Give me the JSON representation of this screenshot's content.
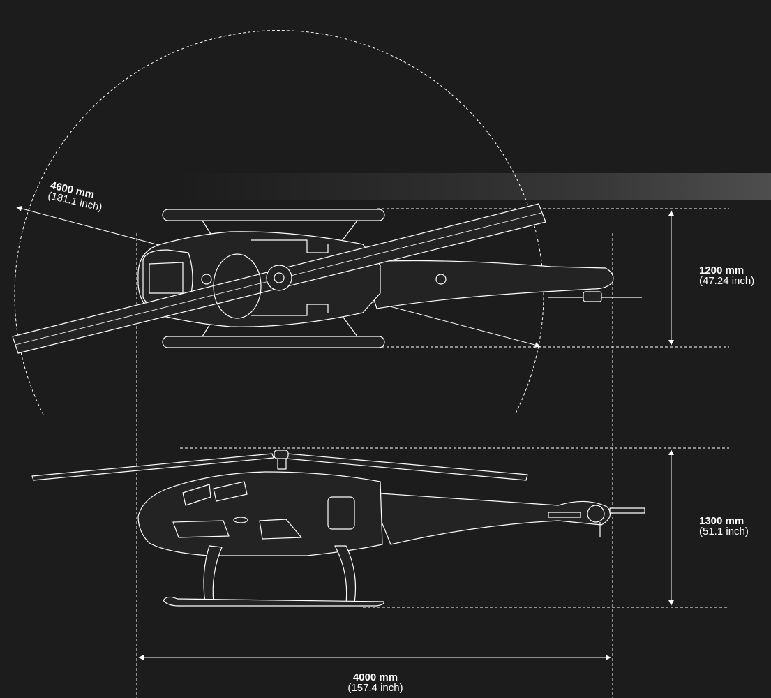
{
  "dimensions": {
    "rotor_diameter": {
      "mm": "4600 mm",
      "inch": "(181.1 inch)"
    },
    "width": {
      "mm": "1200 mm",
      "inch": "(47.24 inch)"
    },
    "height": {
      "mm": "1300 mm",
      "inch": "(51.1 inch)"
    },
    "length": {
      "mm": "4000 mm",
      "inch": "(157.4 inch)"
    }
  },
  "colors": {
    "background": "#1c1c1c",
    "line": "#ffffff",
    "fill": "#232323"
  }
}
